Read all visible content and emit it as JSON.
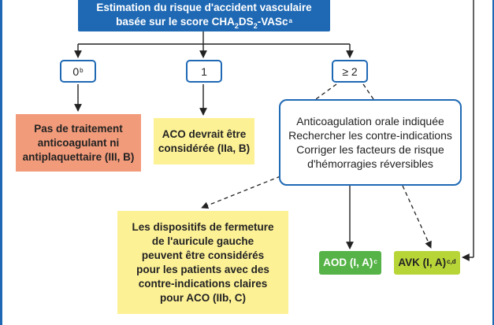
{
  "title": {
    "line1": "Estimation du risque d'accident vasculaire",
    "line2_pre": "basée sur le score CHA",
    "line2_sub1": "2",
    "line2_mid": "DS",
    "line2_sub2": "2",
    "line2_post": "-VASc",
    "line2_sup": "a"
  },
  "scores": [
    {
      "label": "0",
      "sup": "b"
    },
    {
      "label": "1",
      "sup": ""
    },
    {
      "label": "≥ 2",
      "sup": ""
    }
  ],
  "outcomes": {
    "no_treatment": [
      "Pas de traitement",
      "anticoagulant ni",
      "antiplaquettaire (III, B)"
    ],
    "aco_considered": [
      "ACO devrait être",
      "considérée (IIa, B)"
    ],
    "oral_anticoag": [
      "Anticoagulation orale indiquée",
      "Rechercher les contre-indications",
      "Corriger les facteurs de risque",
      "d'hémorragies réversibles"
    ],
    "appendage_closure": [
      "Les dispositifs de fermeture",
      "de l'auricule gauche",
      "peuvent être considérés",
      "pour les patients avec des",
      "contre-indications claires",
      "pour ACO (IIb, C)"
    ],
    "aod": {
      "label": "AOD (I, A)",
      "sup": "c"
    },
    "avk": {
      "label": "AVK (I, A)",
      "sup": "c,d"
    }
  },
  "colors": {
    "primary_blue": "#1f69b4",
    "orange": "#f29b7a",
    "yellow": "#fdf196",
    "green": "#55b347",
    "lime": "#b8d538"
  }
}
